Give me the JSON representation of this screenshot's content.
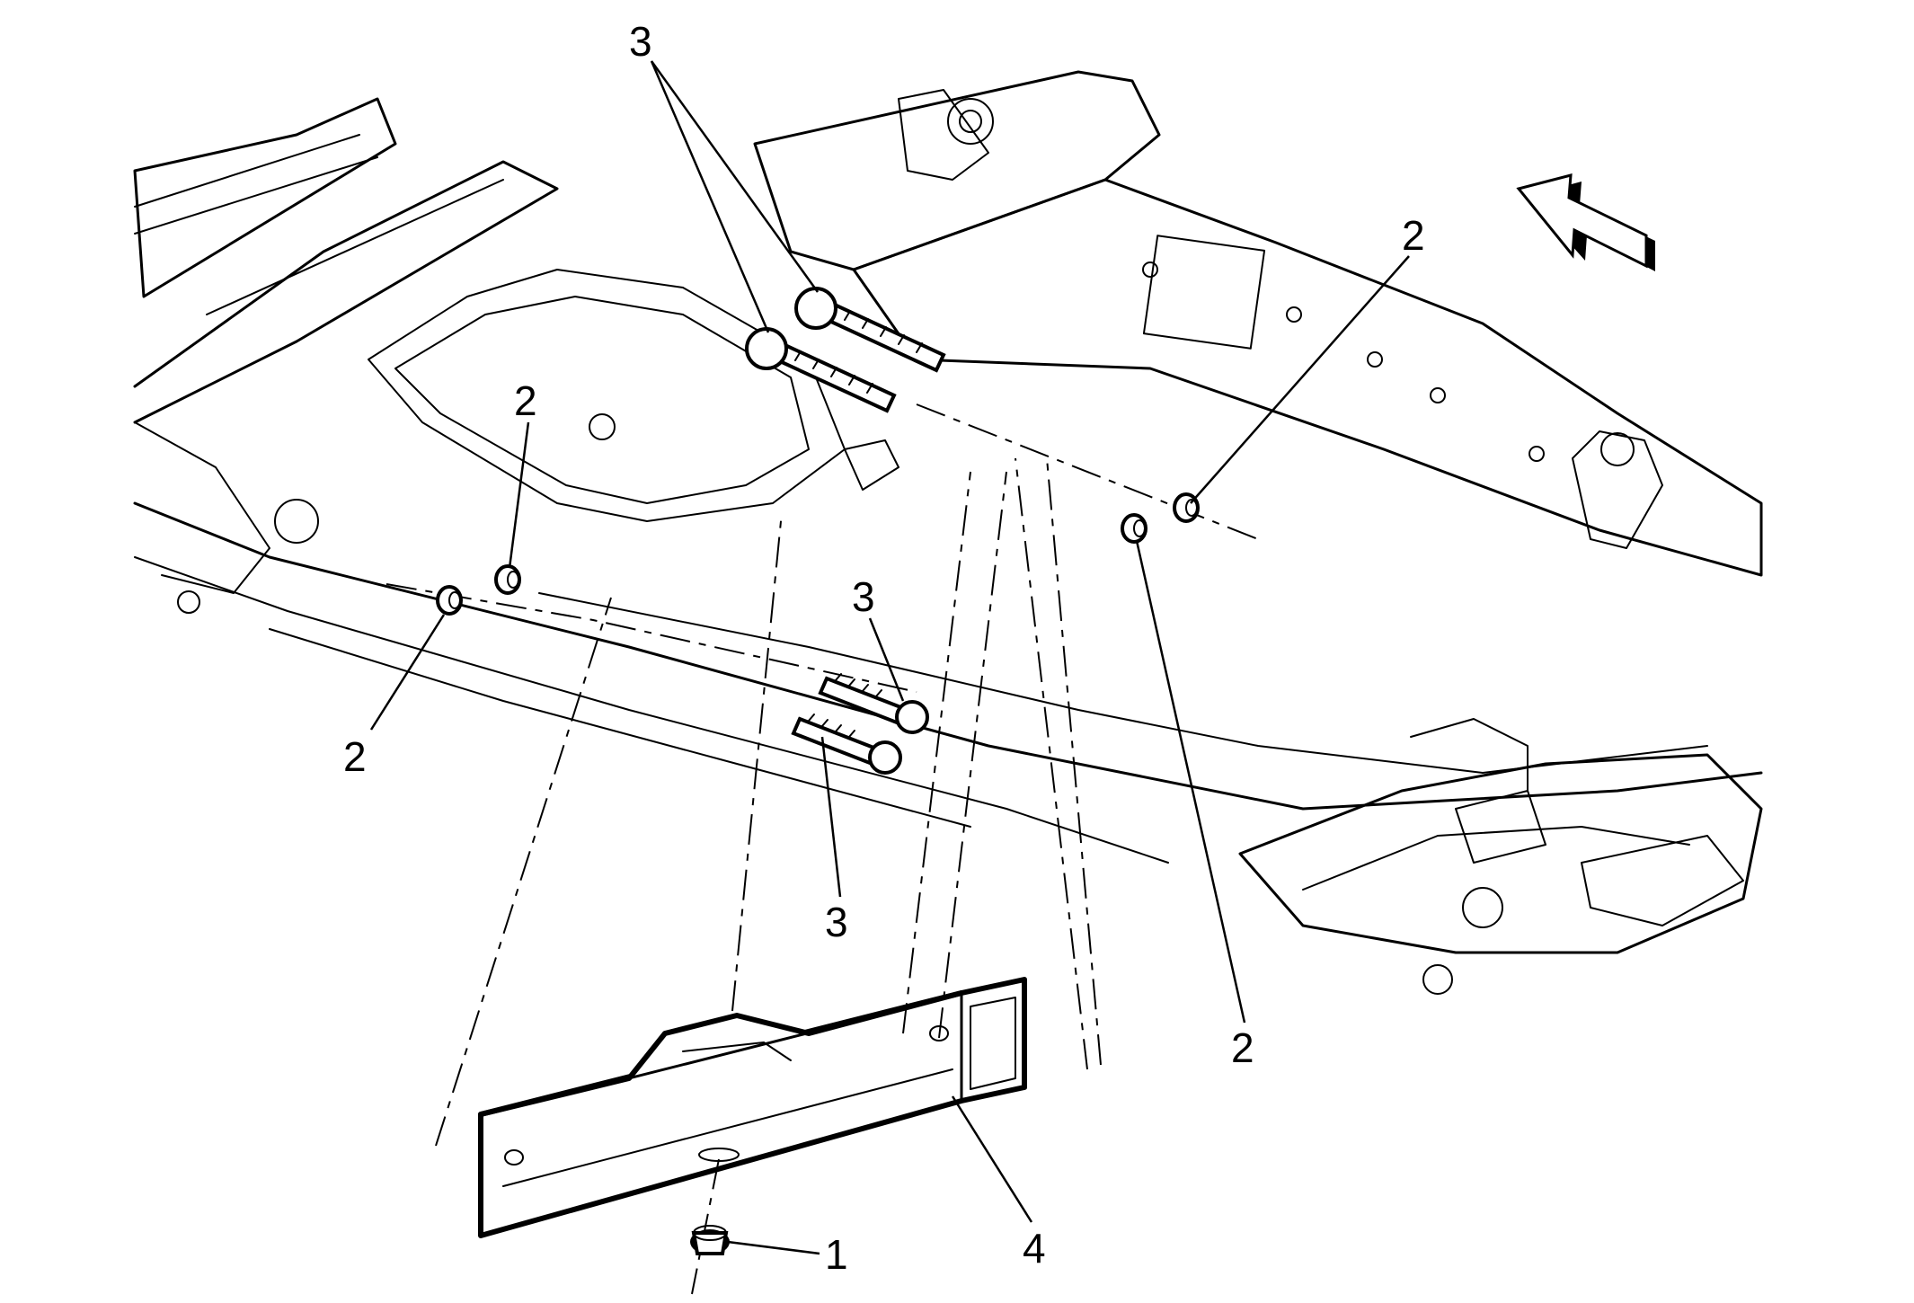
{
  "callouts": {
    "nut_1": "1",
    "spacer_top_right": "2",
    "spacer_mid_left": "2",
    "spacer_lower_left": "2",
    "spacer_lower_right": "2",
    "bolts_top": "3",
    "bolt_mid_upper": "3",
    "bolt_mid_lower": "3",
    "crossmember_4": "4"
  },
  "icons": {
    "direction": "front-direction-arrow-icon"
  }
}
